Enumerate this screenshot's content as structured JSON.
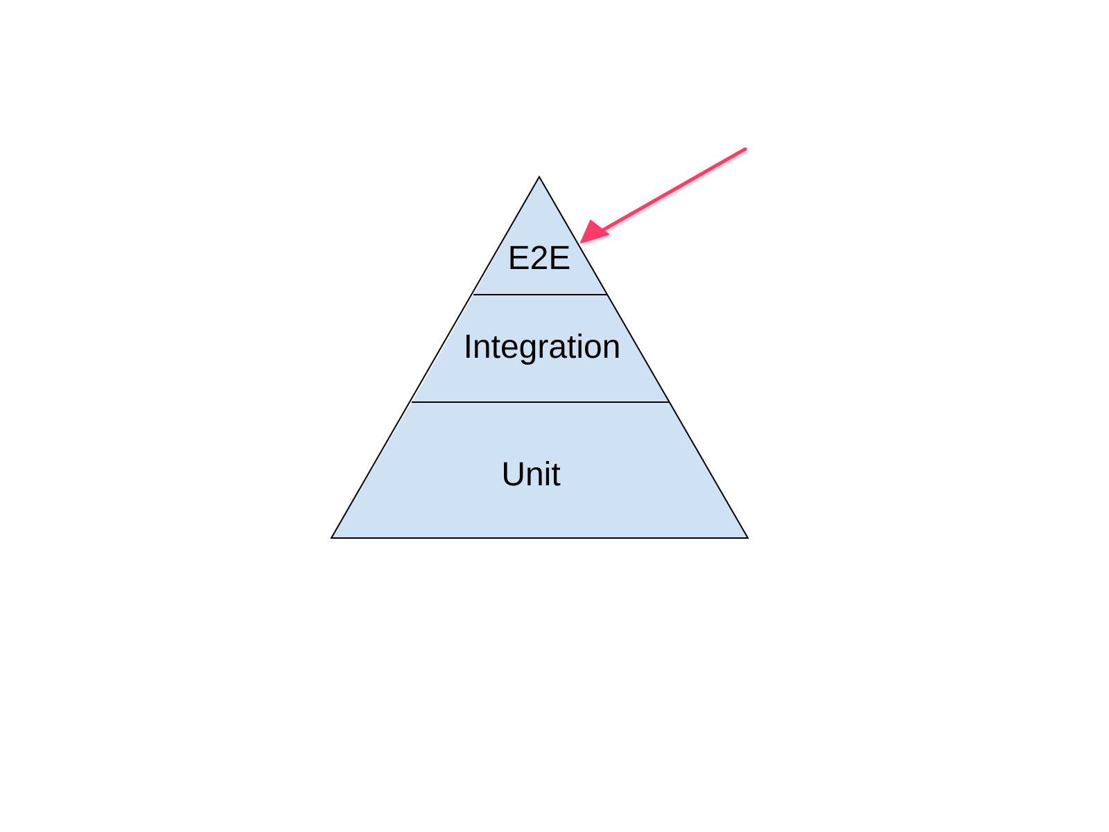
{
  "pyramid": {
    "fill_color": "#cfe2f3",
    "stroke_color": "#000000",
    "tiers": [
      {
        "label": "E2E"
      },
      {
        "label": "Integration"
      },
      {
        "label": "Unit"
      }
    ]
  },
  "pointer_arrow": {
    "color": "#ff3b6b",
    "icon": "arrow-icon",
    "points_to": "E2E"
  }
}
